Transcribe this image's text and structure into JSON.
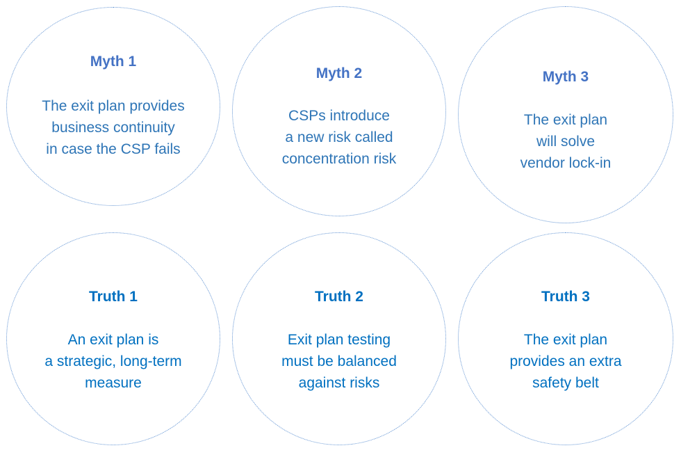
{
  "colors": {
    "myth_title": "#4472c4",
    "myth_text": "#2e75b6",
    "truth_title": "#0070c0",
    "truth_text": "#0070c0",
    "border": "#5b8fd1"
  },
  "myths": [
    {
      "title": "Myth 1",
      "lines": [
        "The exit plan provides",
        "business continuity",
        "in case the CSP fails"
      ]
    },
    {
      "title": "Myth 2",
      "lines": [
        "CSPs introduce",
        "a new risk called",
        "concentration risk"
      ]
    },
    {
      "title": "Myth 3",
      "lines": [
        "The exit plan",
        "will solve",
        "vendor lock-in"
      ]
    }
  ],
  "truths": [
    {
      "title": "Truth 1",
      "lines": [
        "An exit plan is",
        "a strategic, long-term",
        "measure"
      ]
    },
    {
      "title": "Truth 2",
      "lines": [
        "Exit plan testing",
        "must be balanced",
        "against risks"
      ]
    },
    {
      "title": "Truth 3",
      "lines": [
        "The exit plan",
        "provides an extra",
        "safety belt"
      ]
    }
  ]
}
